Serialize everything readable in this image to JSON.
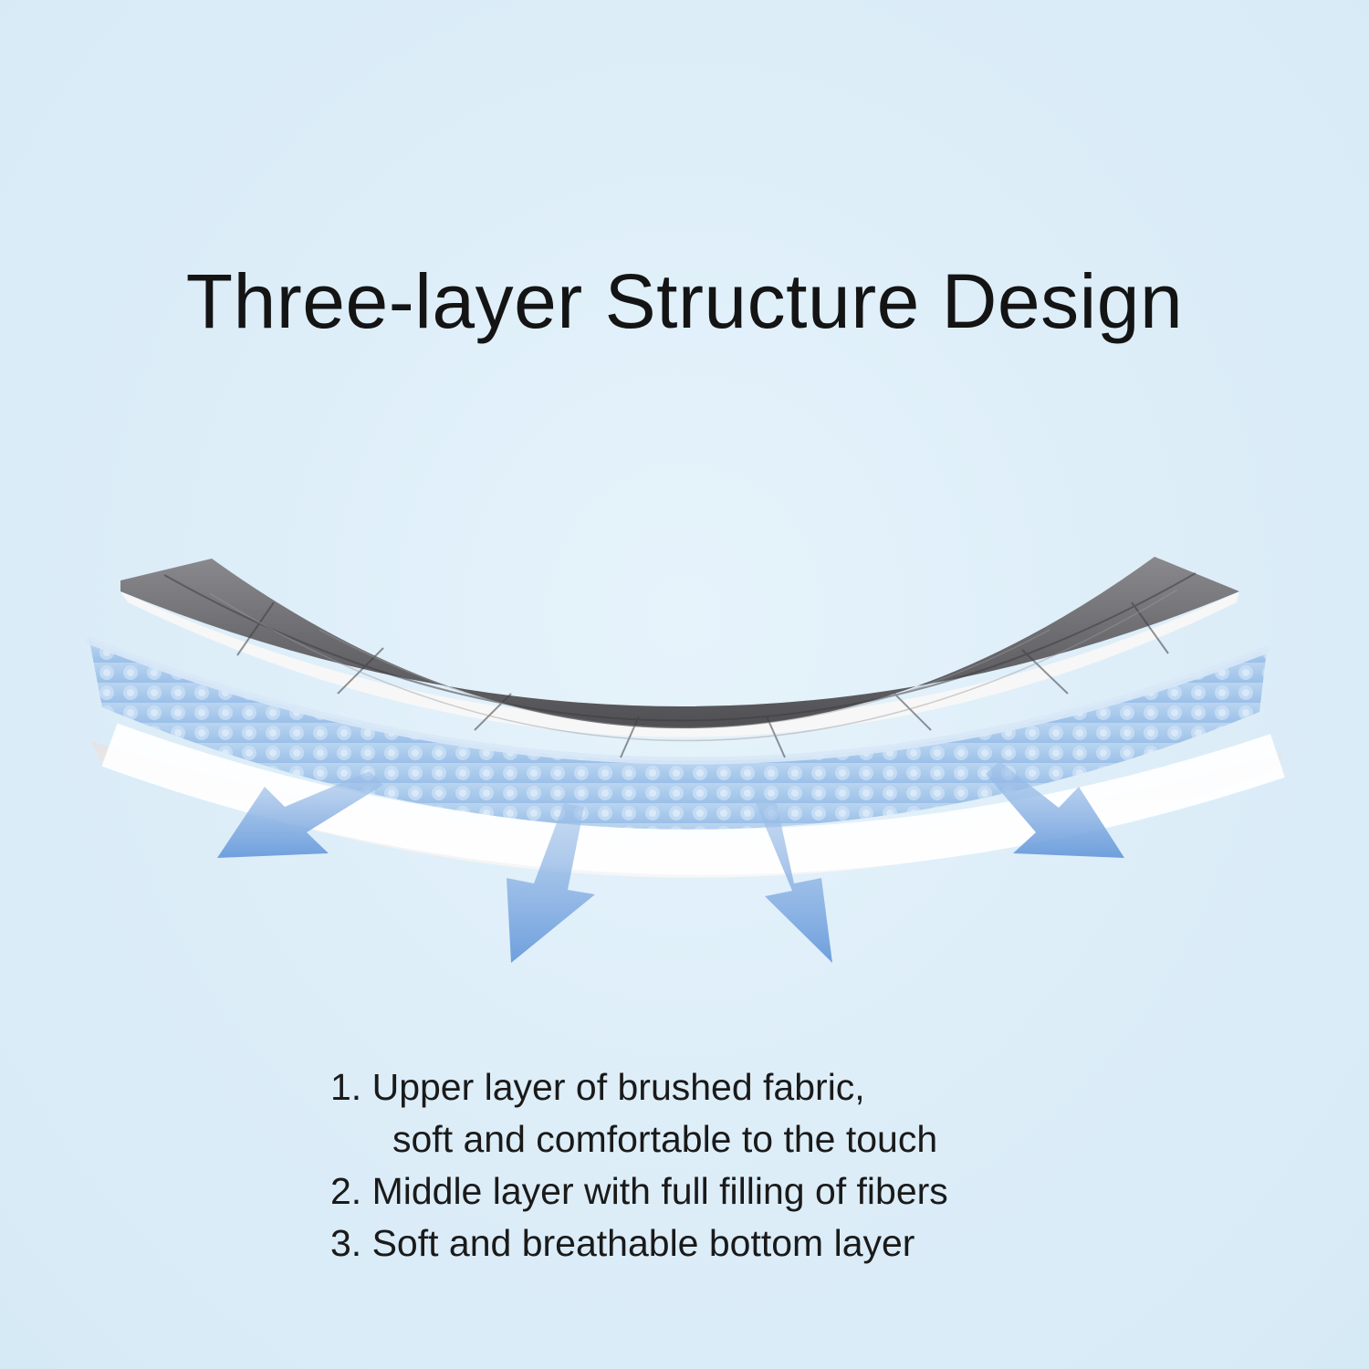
{
  "title": "Three-layer Structure Design",
  "features": [
    {
      "line1": "1. Upper layer of brushed fabric,",
      "line2": "soft and comfortable to the touch"
    },
    {
      "line1": "2. Middle layer with full filling of fibers"
    },
    {
      "line1": "3. Soft and breathable bottom layer"
    }
  ],
  "colors": {
    "background": "#dcedf8",
    "top_layer": "#6f6f73",
    "middle_layer": "#a9c9ea",
    "bottom_layer": "#f1f1f1",
    "arrows": "#7fa9df"
  }
}
